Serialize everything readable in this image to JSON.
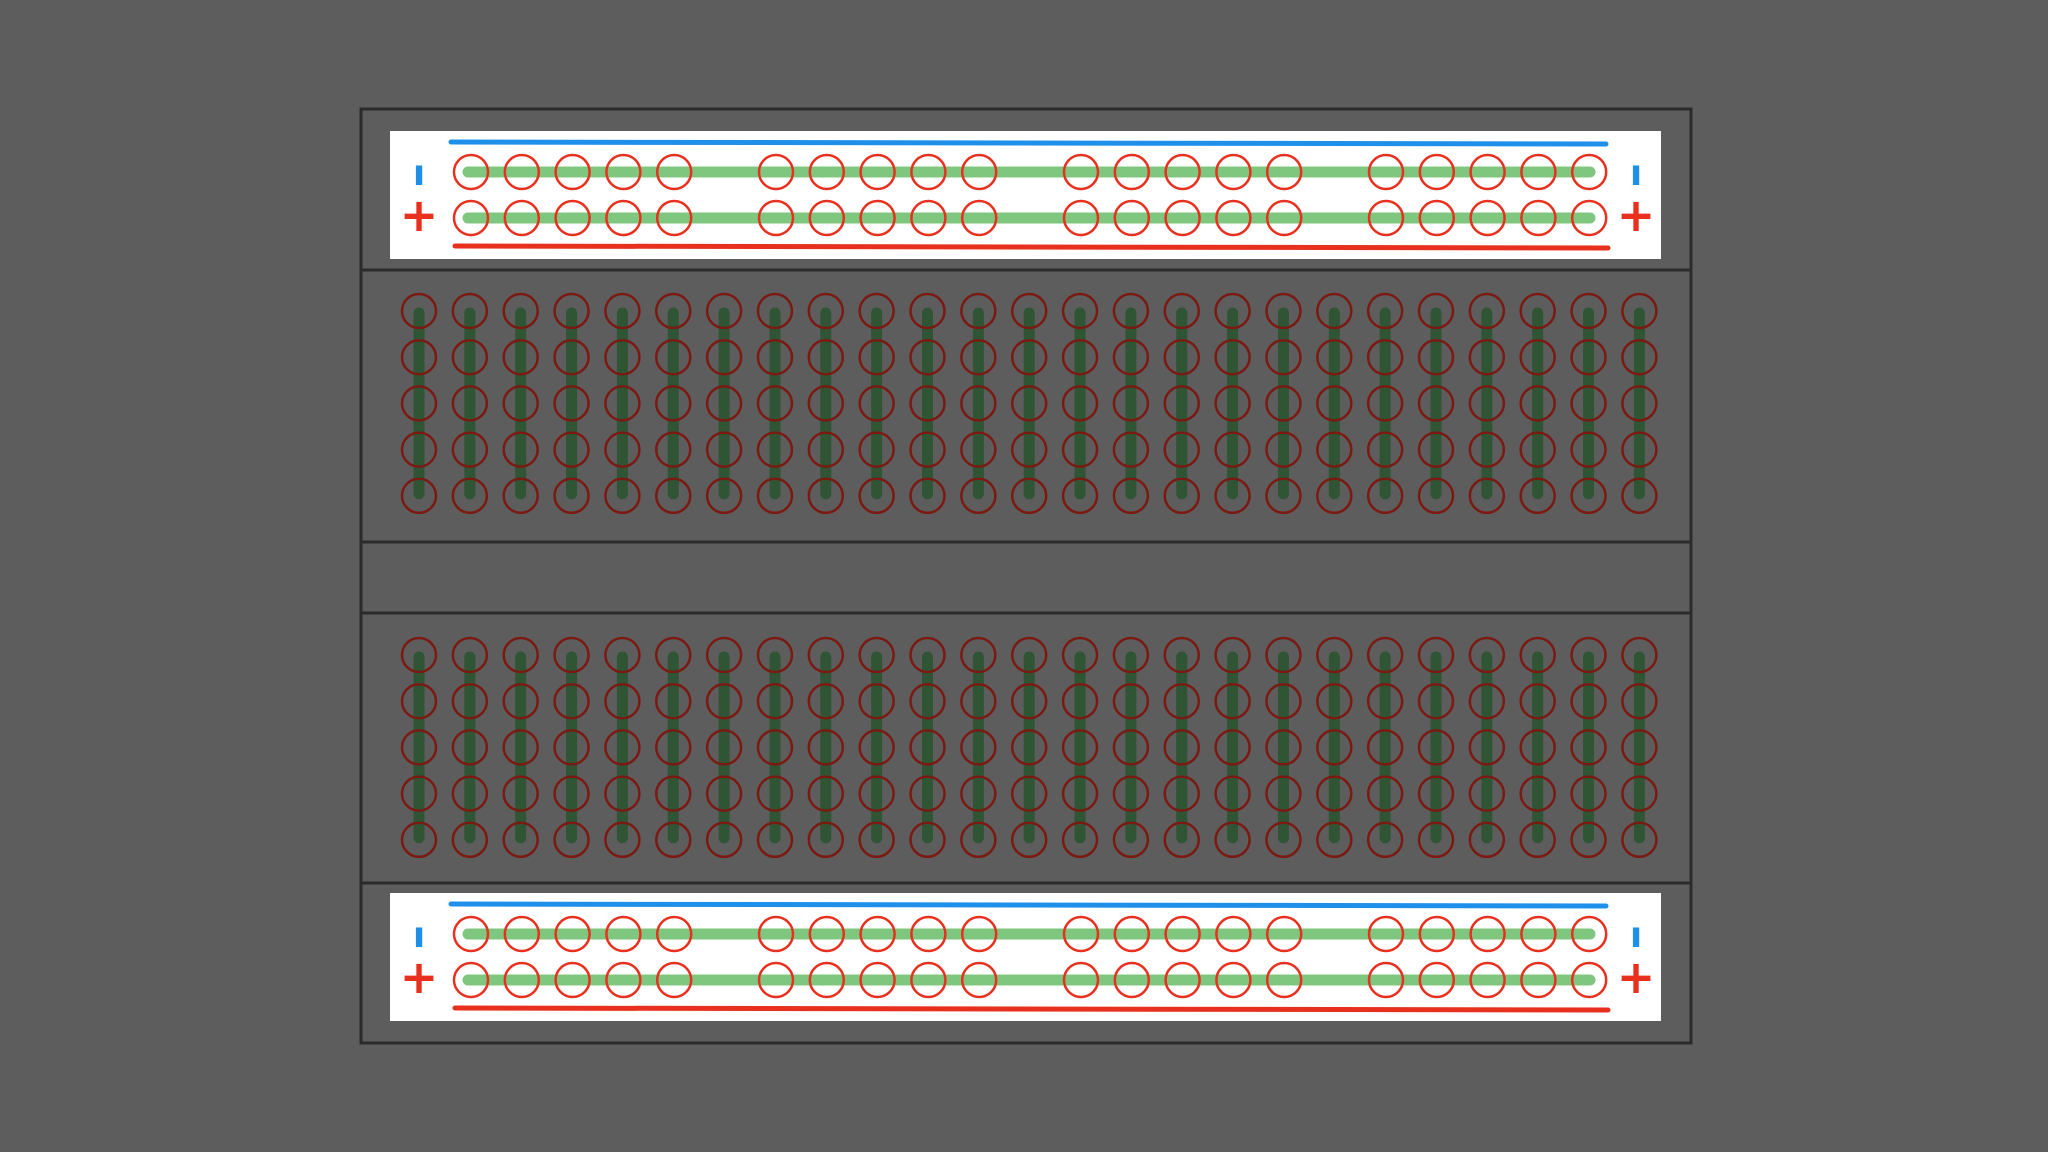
{
  "colors": {
    "background": "#5d5d5d",
    "board_fill": "#5d5d5d",
    "board_border": "#2b2b2b",
    "rail_fill": "#ffffff",
    "rail_hole": "#e8301e",
    "rail_strip": "#7fc67f",
    "negative_line": "#1e90ea",
    "positive_line": "#e8301e",
    "terminal_hole": "#7a1a12",
    "terminal_strip": "#2f5535"
  },
  "rails": [
    {
      "position": "top",
      "rows": [
        {
          "polarity": "negative",
          "symbol": "ı"
        },
        {
          "polarity": "positive",
          "symbol": "+"
        }
      ]
    },
    {
      "position": "bottom",
      "rows": [
        {
          "polarity": "negative",
          "symbol": "ı"
        },
        {
          "polarity": "positive",
          "symbol": "+"
        }
      ]
    }
  ],
  "rail_structure": {
    "groups": 4,
    "holes_per_group": 5
  },
  "terminal_structure": {
    "blocks": 2,
    "columns": 25,
    "rows_per_column": 5
  }
}
